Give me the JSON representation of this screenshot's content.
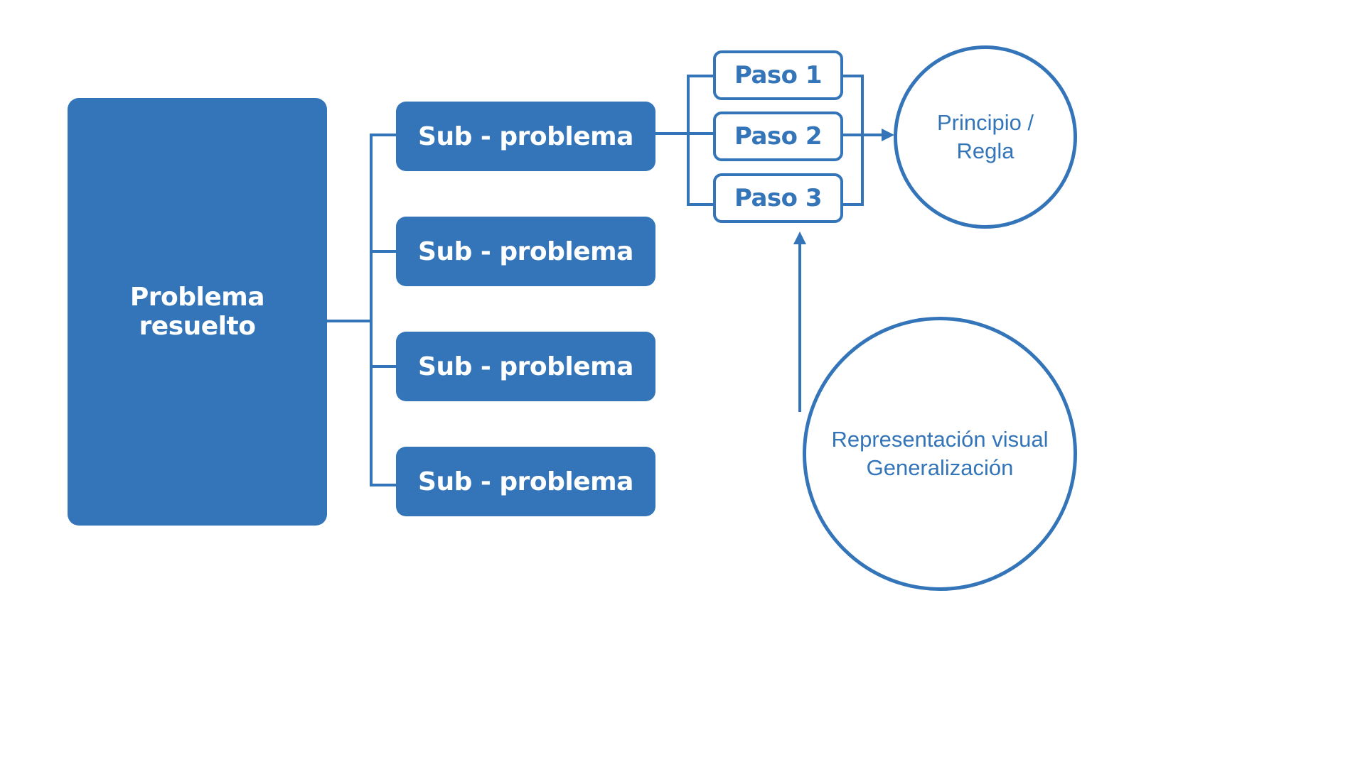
{
  "diagram": {
    "root": {
      "label": "Problema resuelto"
    },
    "subproblems": [
      {
        "label": "Sub - problema"
      },
      {
        "label": "Sub - problema"
      },
      {
        "label": "Sub - problema"
      },
      {
        "label": "Sub - problema"
      }
    ],
    "steps": [
      {
        "label": "Paso 1"
      },
      {
        "label": "Paso 2"
      },
      {
        "label": "Paso 3"
      }
    ],
    "principle": {
      "line1": "Principio /",
      "line2": "Regla"
    },
    "generalization": {
      "line1": "Representación visual",
      "line2": "Generalización"
    },
    "colors": {
      "primary": "#3375b8",
      "background": "#ffffff"
    }
  }
}
